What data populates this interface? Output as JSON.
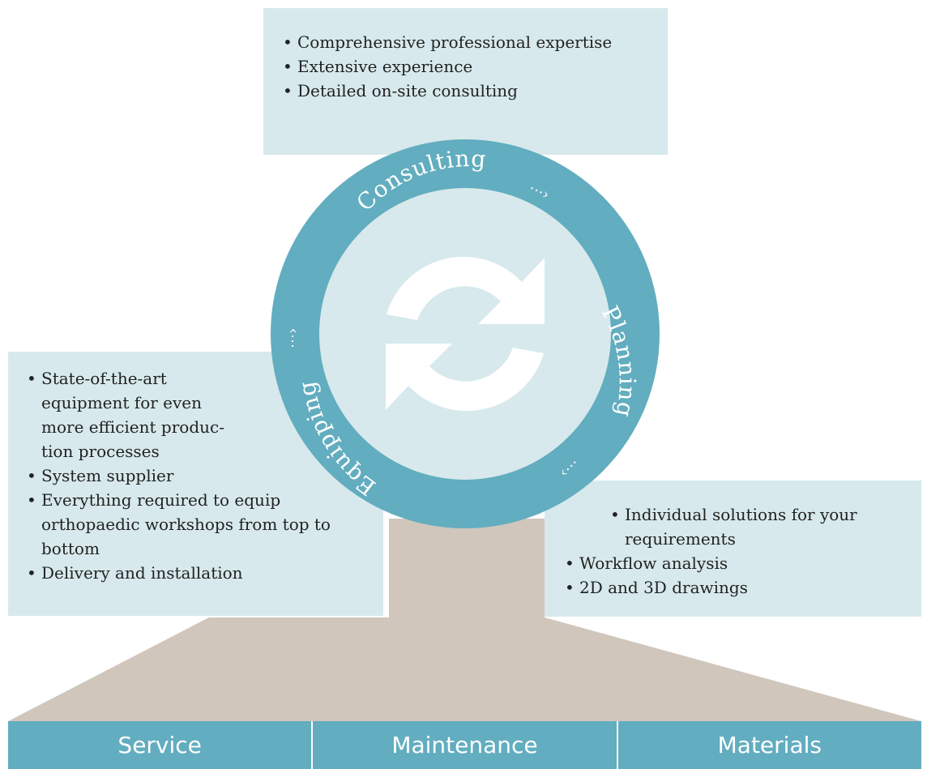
{
  "consulting_box": {
    "items": [
      "Comprehensive professional expertise",
      "Extensive experience",
      "Detailed on-site consulting"
    ]
  },
  "equipping_box": {
    "items": [
      "State-of-the-art equipment for even more efficient produc-tion processes",
      "System supplier",
      "Everything required to equip orthopaedic workshops from top to bottom",
      "Delivery and installation"
    ]
  },
  "planning_box": {
    "items": [
      "Individual solutions for your requirements",
      "Workflow analysis",
      "2D and 3D drawings"
    ]
  },
  "cycle": {
    "consulting_label": "Consulting",
    "planning_label": "Planning",
    "equipping_label": "Equipping",
    "center_icon": "refresh-cycle-icon"
  },
  "base": {
    "cells": [
      "Service",
      "Maintenance",
      "Materials"
    ]
  },
  "colors": {
    "ring": "#62adbf",
    "light_panel": "#d7e9ec",
    "base_shape": "#d0c6bc"
  }
}
